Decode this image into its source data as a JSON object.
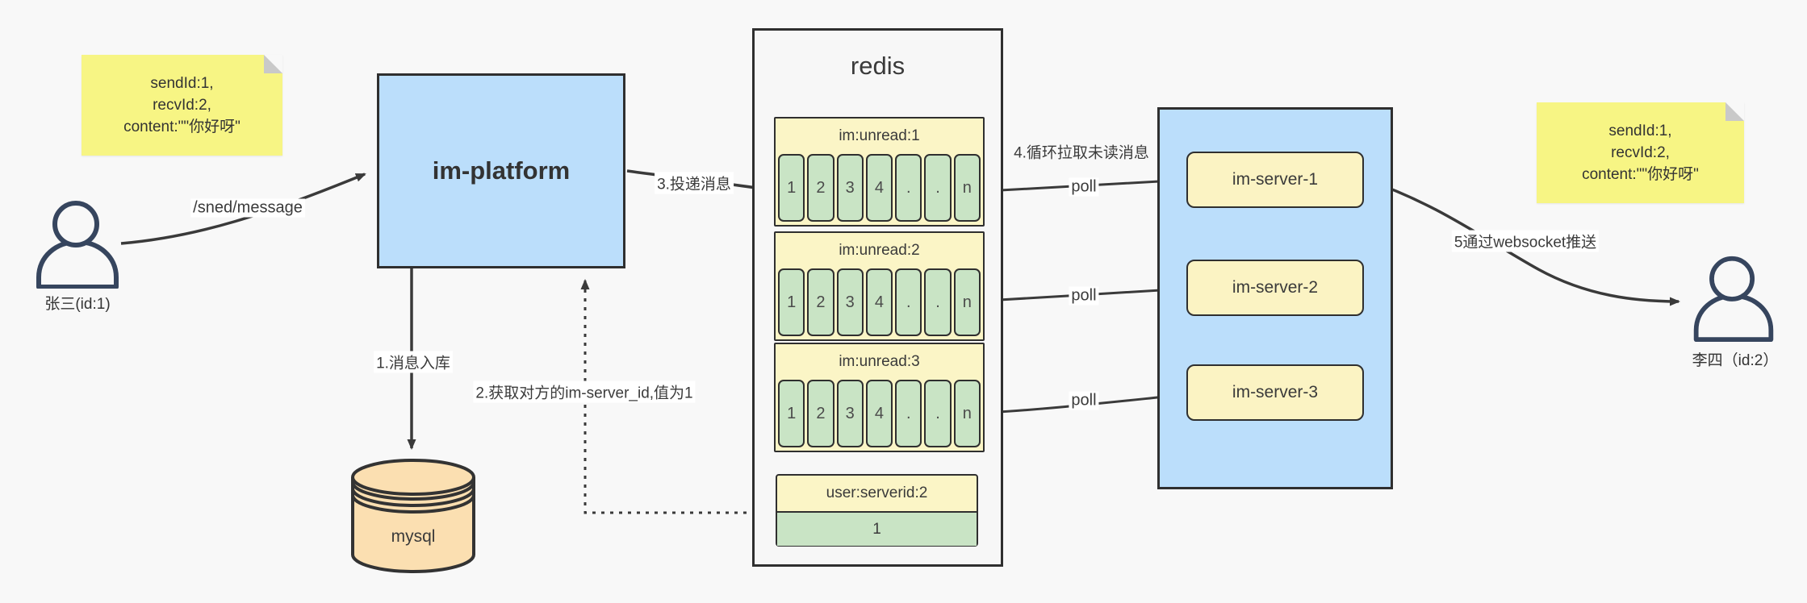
{
  "diagram_title": "IM message delivery architecture",
  "colors": {
    "canvas_bg": "#f8f8f8",
    "note_yellow": "#f7f584",
    "box_blue": "#bbdefb",
    "header_yellow": "#fbf5c6",
    "server_yellow": "#fbf3c3",
    "cell_green": "#c9e4c5",
    "mysql_orange": "#fbdfb1",
    "line_dark": "#3a3a3a",
    "person_stroke": "#36455e"
  },
  "note_left": {
    "lines": [
      "sendId:1,",
      "recvId:2,",
      "content:\"\"你好呀\""
    ]
  },
  "note_right": {
    "lines": [
      "sendId:1,",
      "recvId:2,",
      "content:\"\"你好呀\""
    ]
  },
  "actors": {
    "sender": {
      "label": "张三(id:1)"
    },
    "receiver": {
      "label": "李四（id:2）"
    }
  },
  "platform": {
    "label": "im-platform"
  },
  "mysql": {
    "label": "mysql"
  },
  "redis": {
    "title": "redis",
    "queues": [
      {
        "name": "im:unread:1",
        "cells": [
          "1",
          "2",
          "3",
          "4",
          ".",
          ".",
          "n"
        ]
      },
      {
        "name": "im:unread:2",
        "cells": [
          "1",
          "2",
          "3",
          "4",
          ".",
          ".",
          "n"
        ]
      },
      {
        "name": "im:unread:3",
        "cells": [
          "1",
          "2",
          "3",
          "4",
          ".",
          ".",
          "n"
        ]
      }
    ],
    "kv": {
      "key": "user:serverid:2",
      "value": "1"
    }
  },
  "server_cluster": {
    "servers": [
      {
        "label": "im-server-1"
      },
      {
        "label": "im-server-2"
      },
      {
        "label": "im-server-3"
      }
    ]
  },
  "edges": {
    "send": "/sned/message",
    "store": "1.消息入库",
    "lookup": "2.获取对方的im-server_id,值为1",
    "deliver": "3.投递消息",
    "pull": "4.循环拉取未读消息",
    "poll": "poll",
    "push": "5通过websocket推送"
  }
}
